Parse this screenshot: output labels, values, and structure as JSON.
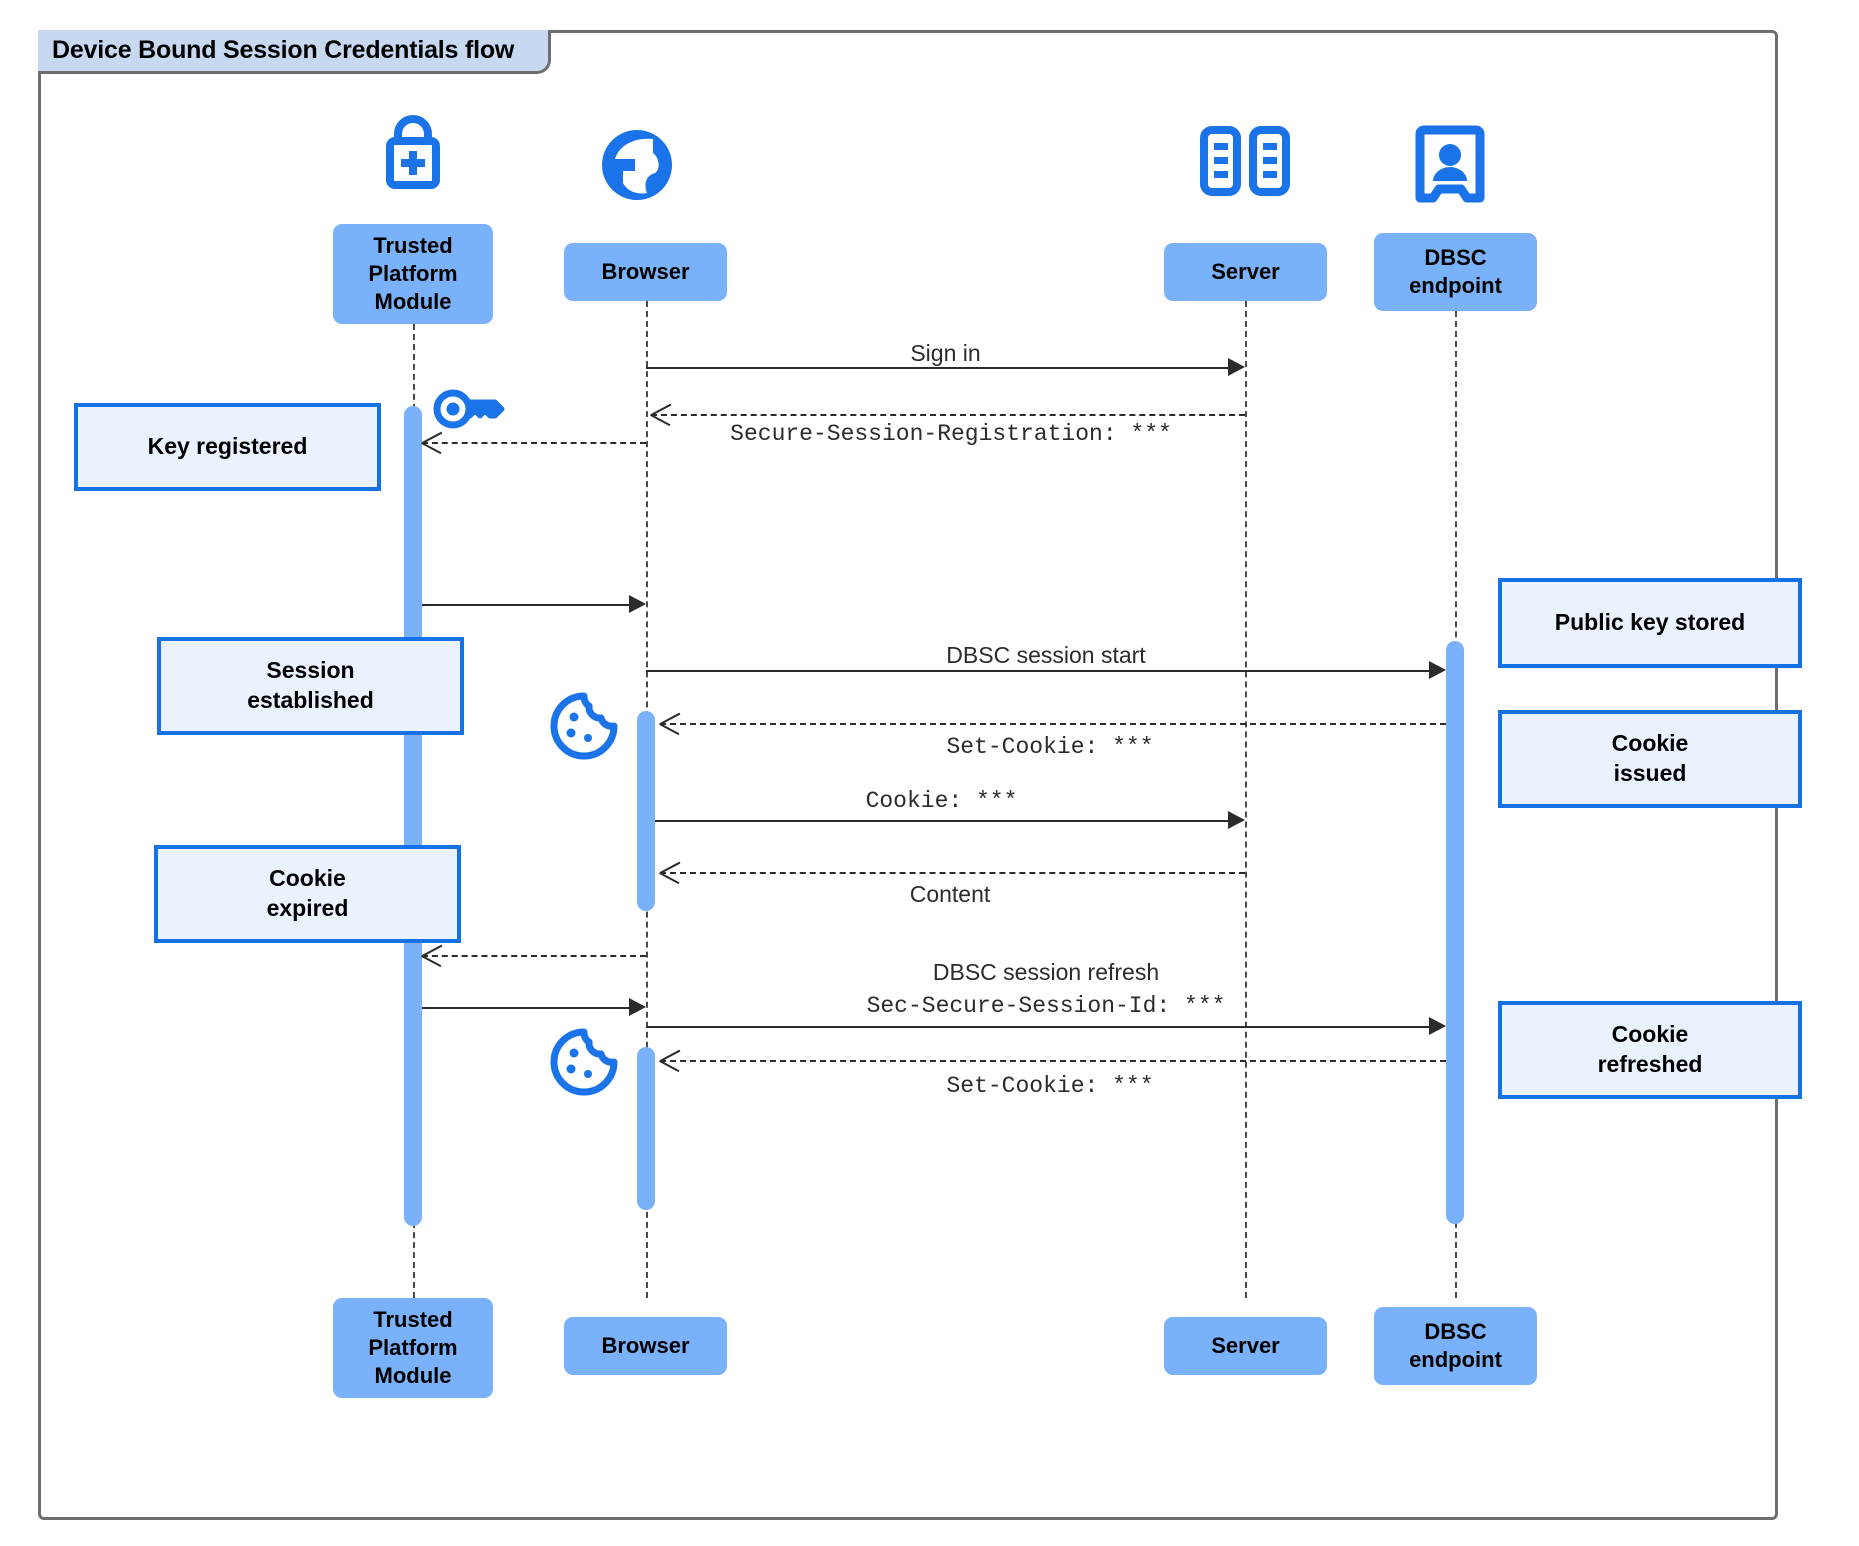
{
  "frame": {
    "title": "Device Bound Session Credentials flow"
  },
  "participants": [
    {
      "id": "tpm",
      "name": "Trusted\nPlatform\nModule",
      "icon": "lock-plus-icon"
    },
    {
      "id": "browser",
      "name": "Browser",
      "icon": "globe-icon"
    },
    {
      "id": "server",
      "name": "Server",
      "icon": "server-rack-icon"
    },
    {
      "id": "dbsc",
      "name": "DBSC\nendpoint",
      "icon": "id-badge-icon"
    }
  ],
  "messages": [
    {
      "id": "m1",
      "label": "Sign in",
      "style": "sans",
      "from": "browser",
      "to": "server",
      "line": "solid"
    },
    {
      "id": "m2",
      "label": "Secure-Session-Registration: ***",
      "style": "mono",
      "from": "server",
      "to": "browser",
      "line": "dashed"
    },
    {
      "id": "m3",
      "label": "",
      "style": "sans",
      "from": "tpm",
      "to": "browser",
      "line": "solid"
    },
    {
      "id": "m4",
      "label": "DBSC session start",
      "style": "sans",
      "from": "browser",
      "to": "dbsc",
      "line": "solid"
    },
    {
      "id": "m5",
      "label": "Set-Cookie: ***",
      "style": "mono",
      "from": "dbsc",
      "to": "browser",
      "line": "dashed"
    },
    {
      "id": "m6",
      "label": "Cookie: ***",
      "style": "mono",
      "from": "browser",
      "to": "server",
      "line": "solid"
    },
    {
      "id": "m7",
      "label": "Content",
      "style": "sans",
      "from": "server",
      "to": "browser",
      "line": "dashed"
    },
    {
      "id": "m8",
      "label": "",
      "style": "sans",
      "from": "browser",
      "to": "tpm",
      "line": "dashed"
    },
    {
      "id": "m9",
      "label": "DBSC session refresh",
      "style": "sans",
      "from": "tpm",
      "to": "browser",
      "line": "solid"
    },
    {
      "id": "m10",
      "label": "Sec-Secure-Session-Id: ***",
      "style": "mono",
      "from": "browser",
      "to": "dbsc",
      "line": "solid"
    },
    {
      "id": "m11",
      "label": "Set-Cookie: ***",
      "style": "mono",
      "from": "dbsc",
      "to": "browser",
      "line": "dashed"
    }
  ],
  "notes": [
    {
      "id": "n1",
      "text": "Key registered",
      "side": "left"
    },
    {
      "id": "n2",
      "text": "Session\nestablished",
      "side": "left"
    },
    {
      "id": "n3",
      "text": "Cookie\nexpired",
      "side": "left"
    },
    {
      "id": "n4",
      "text": "Public key stored",
      "side": "right"
    },
    {
      "id": "n5",
      "text": "Cookie\nissued",
      "side": "right"
    },
    {
      "id": "n6",
      "text": "Cookie\nrefreshed",
      "side": "right"
    }
  ],
  "decor_icons": [
    {
      "id": "d1",
      "name": "key-icon",
      "near": "tpm"
    },
    {
      "id": "d2",
      "name": "cookie-icon",
      "near": "browser"
    },
    {
      "id": "d3",
      "name": "cookie-icon",
      "near": "browser"
    }
  ],
  "colors": {
    "participant_fill": "#79b1fb",
    "icon_blue": "#1a73e8",
    "note_fill": "#eaf2fd",
    "note_border": "#1472e6",
    "frame_border": "#6e6e6e",
    "frame_tab_fill": "#c6d9f1",
    "line": "#2b2b2b"
  }
}
